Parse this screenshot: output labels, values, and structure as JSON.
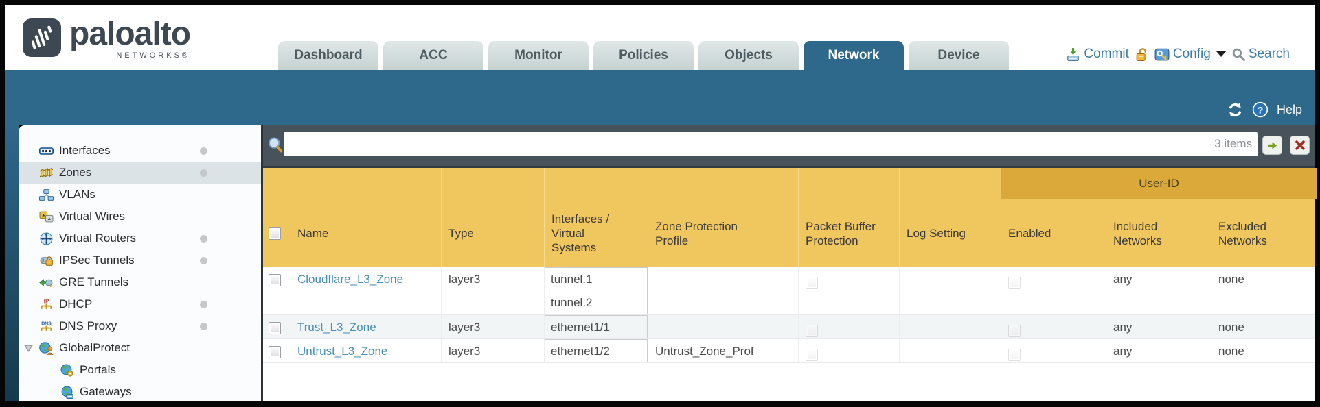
{
  "brand": {
    "logo_text": "paloalto",
    "logo_subtext": "NETWORKS®"
  },
  "tabs": [
    {
      "label": "Dashboard",
      "active": false
    },
    {
      "label": "ACC",
      "active": false
    },
    {
      "label": "Monitor",
      "active": false
    },
    {
      "label": "Policies",
      "active": false
    },
    {
      "label": "Objects",
      "active": false
    },
    {
      "label": "Network",
      "active": true
    },
    {
      "label": "Device",
      "active": false
    }
  ],
  "utilities": {
    "commit_label": "Commit",
    "config_label": "Config",
    "search_label": "Search"
  },
  "band": {
    "help_label": "Help"
  },
  "sidebar": {
    "items": [
      {
        "label": "Interfaces",
        "icon": "interfaces-icon",
        "dot": true,
        "selected": false
      },
      {
        "label": "Zones",
        "icon": "zones-icon",
        "dot": true,
        "selected": true
      },
      {
        "label": "VLANs",
        "icon": "vlans-icon",
        "dot": false,
        "selected": false
      },
      {
        "label": "Virtual Wires",
        "icon": "virtual-wires-icon",
        "dot": false,
        "selected": false
      },
      {
        "label": "Virtual Routers",
        "icon": "virtual-routers-icon",
        "dot": true,
        "selected": false
      },
      {
        "label": "IPSec Tunnels",
        "icon": "ipsec-tunnels-icon",
        "dot": true,
        "selected": false
      },
      {
        "label": "GRE Tunnels",
        "icon": "gre-tunnels-icon",
        "dot": false,
        "selected": false
      },
      {
        "label": "DHCP",
        "icon": "dhcp-icon",
        "dot": true,
        "selected": false
      },
      {
        "label": "DNS Proxy",
        "icon": "dns-proxy-icon",
        "dot": true,
        "selected": false
      },
      {
        "label": "GlobalProtect",
        "icon": "globalprotect-icon",
        "dot": false,
        "selected": false,
        "expanded": true
      },
      {
        "label": "Portals",
        "icon": "portals-icon",
        "dot": false,
        "selected": false,
        "sub": true
      },
      {
        "label": "Gateways",
        "icon": "gateways-icon",
        "dot": false,
        "selected": false,
        "sub": true
      }
    ]
  },
  "filter": {
    "value": "",
    "count_label": "3 items"
  },
  "table": {
    "group_header": "User-ID",
    "columns": [
      "Name",
      "Type",
      "Interfaces / Virtual Systems",
      "Zone Protection Profile",
      "Packet Buffer Protection",
      "Log Setting",
      "Enabled",
      "Included Networks",
      "Excluded Networks"
    ],
    "rows": [
      {
        "name": "Cloudflare_L3_Zone",
        "type": "layer3",
        "interfaces": [
          "tunnel.1",
          "tunnel.2"
        ],
        "zone_protection_profile": "",
        "packet_buffer_protection": false,
        "log_setting": "",
        "user_id_enabled": false,
        "included_networks": "any",
        "excluded_networks": "none"
      },
      {
        "name": "Trust_L3_Zone",
        "type": "layer3",
        "interfaces": [
          "ethernet1/1"
        ],
        "zone_protection_profile": "",
        "packet_buffer_protection": false,
        "log_setting": "",
        "user_id_enabled": false,
        "included_networks": "any",
        "excluded_networks": "none"
      },
      {
        "name": "Untrust_L3_Zone",
        "type": "layer3",
        "interfaces": [
          "ethernet1/2"
        ],
        "zone_protection_profile": "Untrust_Zone_Prof",
        "packet_buffer_protection": false,
        "log_setting": "",
        "user_id_enabled": false,
        "included_networks": "any",
        "excluded_networks": "none"
      }
    ]
  },
  "colors": {
    "teal_band": "#2e688b",
    "table_header": "#f0c75f",
    "user_id_band": "#dba93a",
    "link_blue": "#4a8fb5",
    "searchbar_slate": "#47525a",
    "utility_blue": "#3c7ca3"
  }
}
